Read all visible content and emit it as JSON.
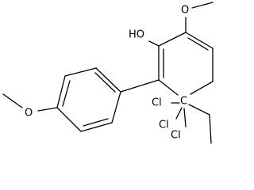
{
  "molecule": {
    "atoms": {
      "hydroxyl": "HO",
      "ring_methoxy_oxygen": "O",
      "aryl_methoxy_oxygen": "O",
      "quaternary_carbon": "C",
      "chlorines": [
        "Cl",
        "Cl",
        "Cl"
      ]
    }
  }
}
